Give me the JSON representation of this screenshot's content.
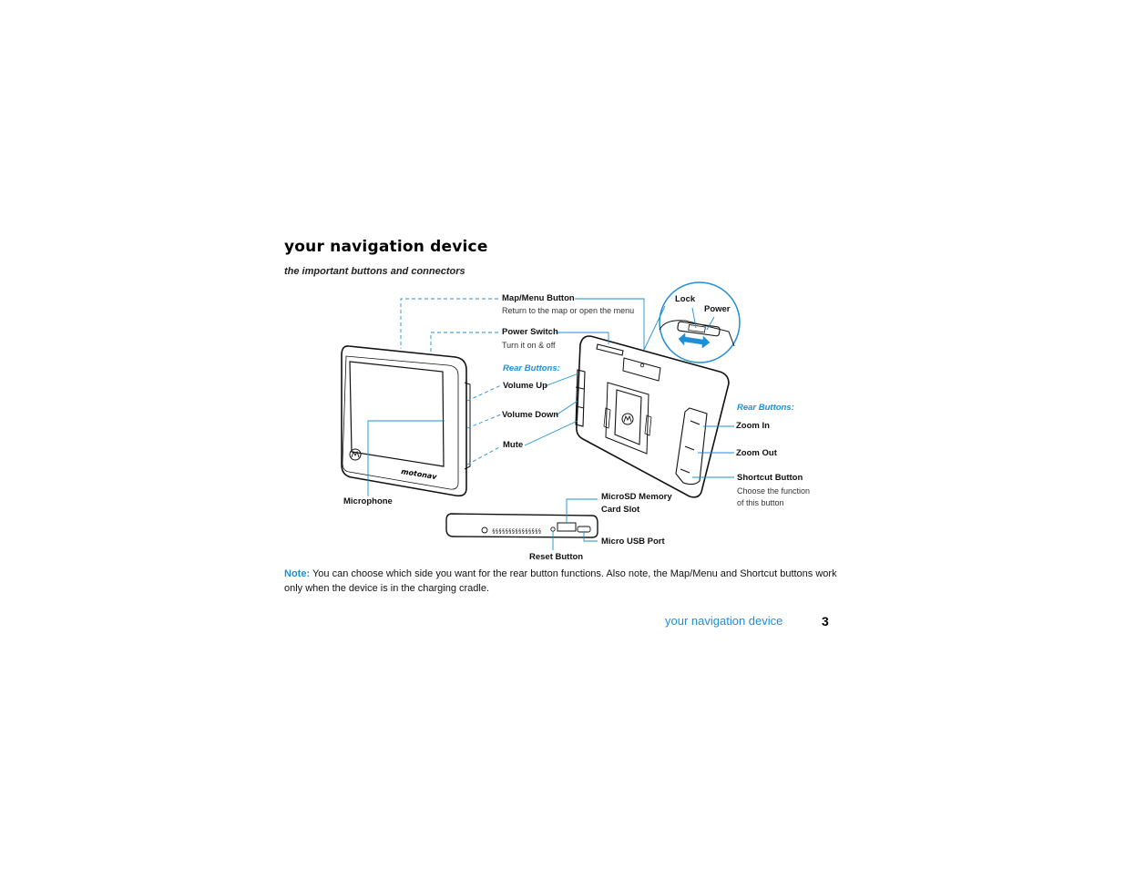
{
  "page": {
    "title": "your navigation device",
    "subtitle": "the important buttons and connectors"
  },
  "labels": {
    "map_menu_button": "Map/Menu Button",
    "map_menu_desc": "Return to the map or open the menu",
    "power_switch": "Power Switch",
    "power_switch_desc": "Turn it on & off",
    "rear_buttons_left": "Rear Buttons:",
    "volume_up": "Volume Up",
    "volume_down": "Volume Down",
    "mute": "Mute",
    "microphone": "Microphone",
    "lock": "Lock",
    "power": "Power",
    "rear_buttons_right": "Rear Buttons:",
    "zoom_in": "Zoom In",
    "zoom_out": "Zoom Out",
    "shortcut_button": "Shortcut Button",
    "shortcut_desc_line1": "Choose the function",
    "shortcut_desc_line2": "of this button",
    "microsd_line1": "MicroSD Memory",
    "microsd_line2": "Card Slot",
    "micro_usb_port": "Micro USB Port",
    "reset_button": "Reset Button",
    "device_brand": "motonav"
  },
  "note": {
    "key": "Note:",
    "text": " You can choose which side you want for the rear button functions. Also note, the Map/Menu and Shortcut buttons work only when the device is in the charging cradle."
  },
  "footer": {
    "section": "your navigation device",
    "page_number": "3"
  },
  "colors": {
    "accent": "#1e8fd6"
  }
}
